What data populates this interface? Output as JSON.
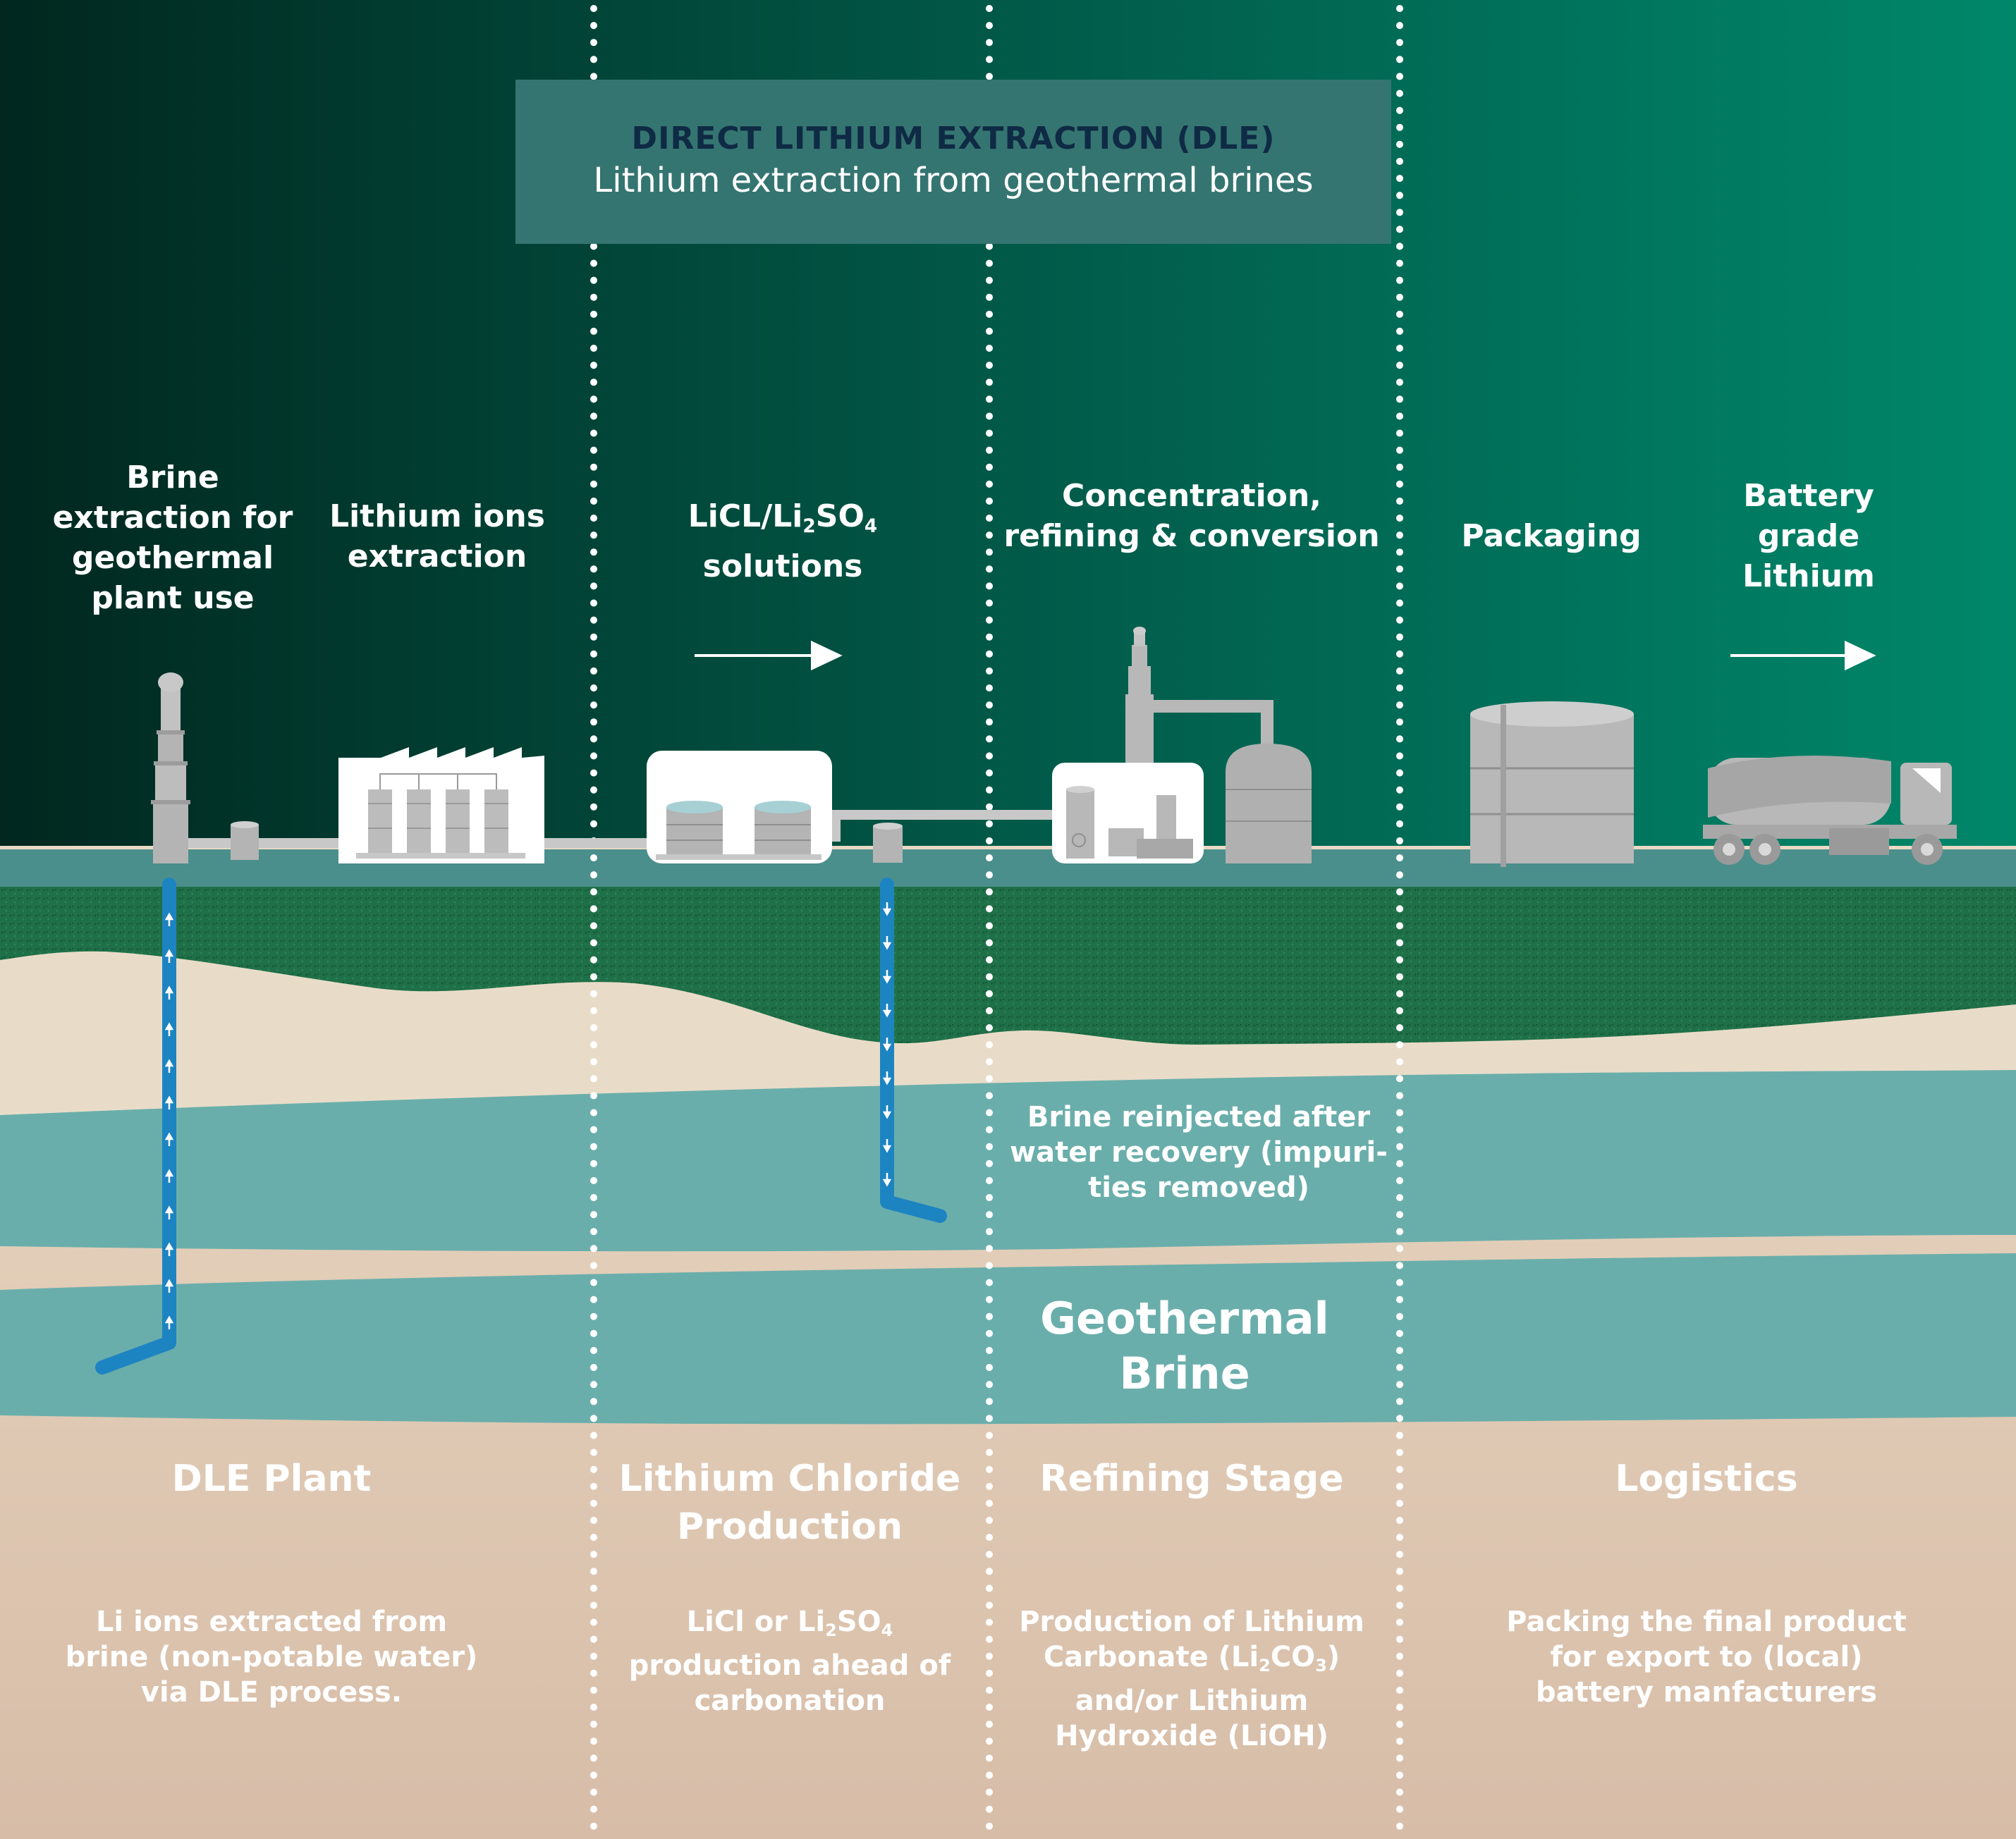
{
  "title": {
    "main": "DIRECT LITHIUM EXTRACTION (DLE)",
    "subtitle": "Lithium extraction from geothermal brines"
  },
  "process_labels": {
    "brine_extraction": "Brine extraction for geothermal plant use",
    "lithium_ions": "Lithium ions extraction",
    "solutions_prefix": "LiCL/Li",
    "solutions_sub1": "2",
    "solutions_mid": "SO",
    "solutions_sub2": "4",
    "solutions_suffix": "solutions",
    "concentration": "Concentration, refining & conversion",
    "packaging": "Packaging",
    "battery_grade": "Battery grade Lithium"
  },
  "underground": {
    "reinjected": "Brine reinjected after water recovery (impuri- ties removed)",
    "geothermal": "Geothermal Brine"
  },
  "stages": [
    {
      "name": "DLE Plant",
      "desc": "Li ions extracted from brine (non-potable water) via DLE process."
    },
    {
      "name": "Lithium Chloride Production",
      "desc_prefix": "LiCl or Li",
      "desc_sub1": "2",
      "desc_mid": "SO",
      "desc_sub2": "4",
      "desc_suffix": "production ahead of carbonation"
    },
    {
      "name": "Refining Stage",
      "desc_prefix": "Production of Lithium Carbonate (Li",
      "desc_sub1": "2",
      "desc_mid": "CO",
      "desc_sub2": "3",
      "desc_suffix": ") and/or Lithium Hydroxide (LiOH)"
    },
    {
      "name": "Logistics",
      "desc": "Packing the final product for export to (local) battery manfacturers"
    }
  ],
  "colors": {
    "sky_left": "#01271f",
    "sky_right": "#00876a",
    "ground_strip": "#4b8f8c",
    "grass": "#1f7048",
    "sand": "#e8dcc8",
    "brine_layer": "#6aaeab",
    "pipe_blue": "#1d84c2",
    "title_box": "#357571",
    "title_text": "#0f2a45",
    "equipment_gray": "#b4b4b4"
  }
}
